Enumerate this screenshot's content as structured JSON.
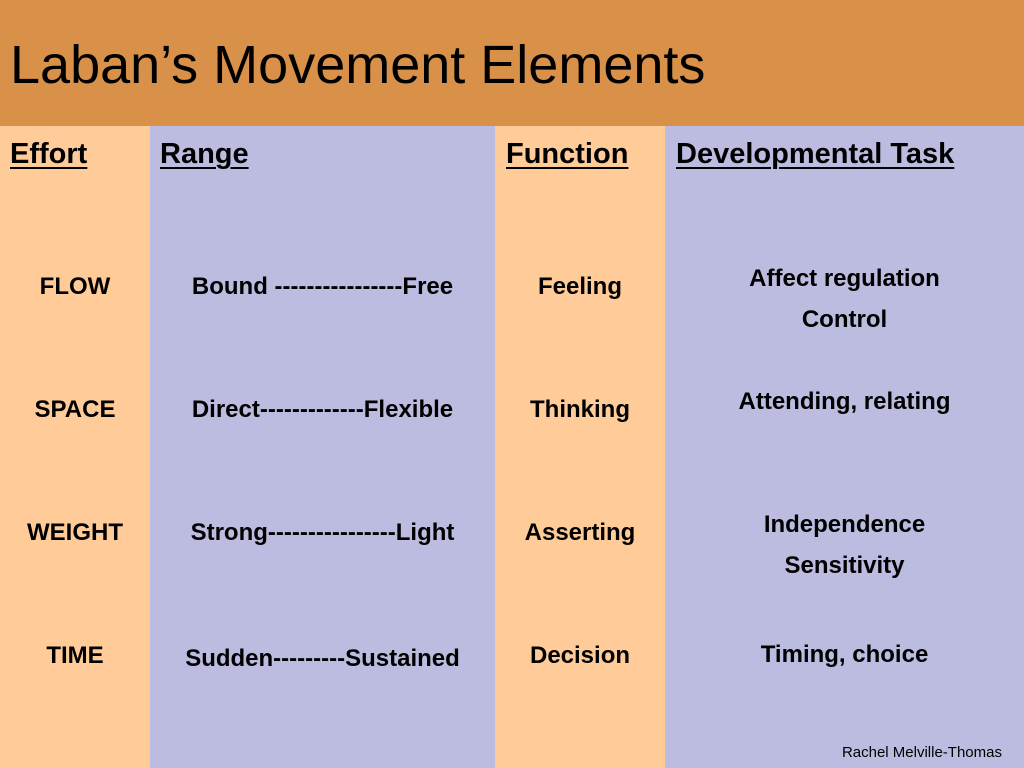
{
  "slide": {
    "title": "Laban’s Movement Elements",
    "credit": "Rachel Melville-Thomas"
  },
  "headers": {
    "effort": "Effort",
    "range": "Range",
    "function": "Function",
    "task": "Developmental Task"
  },
  "rows": [
    {
      "effort": "FLOW",
      "range": "Bound ----------------Free",
      "function": "Feeling",
      "task": [
        "Affect regulation",
        "Control"
      ]
    },
    {
      "effort": "SPACE",
      "range": "Direct-------------Flexible",
      "function": "Thinking",
      "task": [
        "Attending, relating"
      ]
    },
    {
      "effort": "WEIGHT",
      "range": "Strong----------------Light",
      "function": "Asserting",
      "task": [
        "Independence",
        "Sensitivity"
      ]
    },
    {
      "effort": "TIME",
      "range": "Sudden---------Sustained",
      "function": "Decision",
      "task": [
        "Timing, choice"
      ]
    }
  ],
  "colors": {
    "title_bar": "#D99149",
    "orange_column": "#FFCC99",
    "lavender_column": "#BCBCE0"
  }
}
